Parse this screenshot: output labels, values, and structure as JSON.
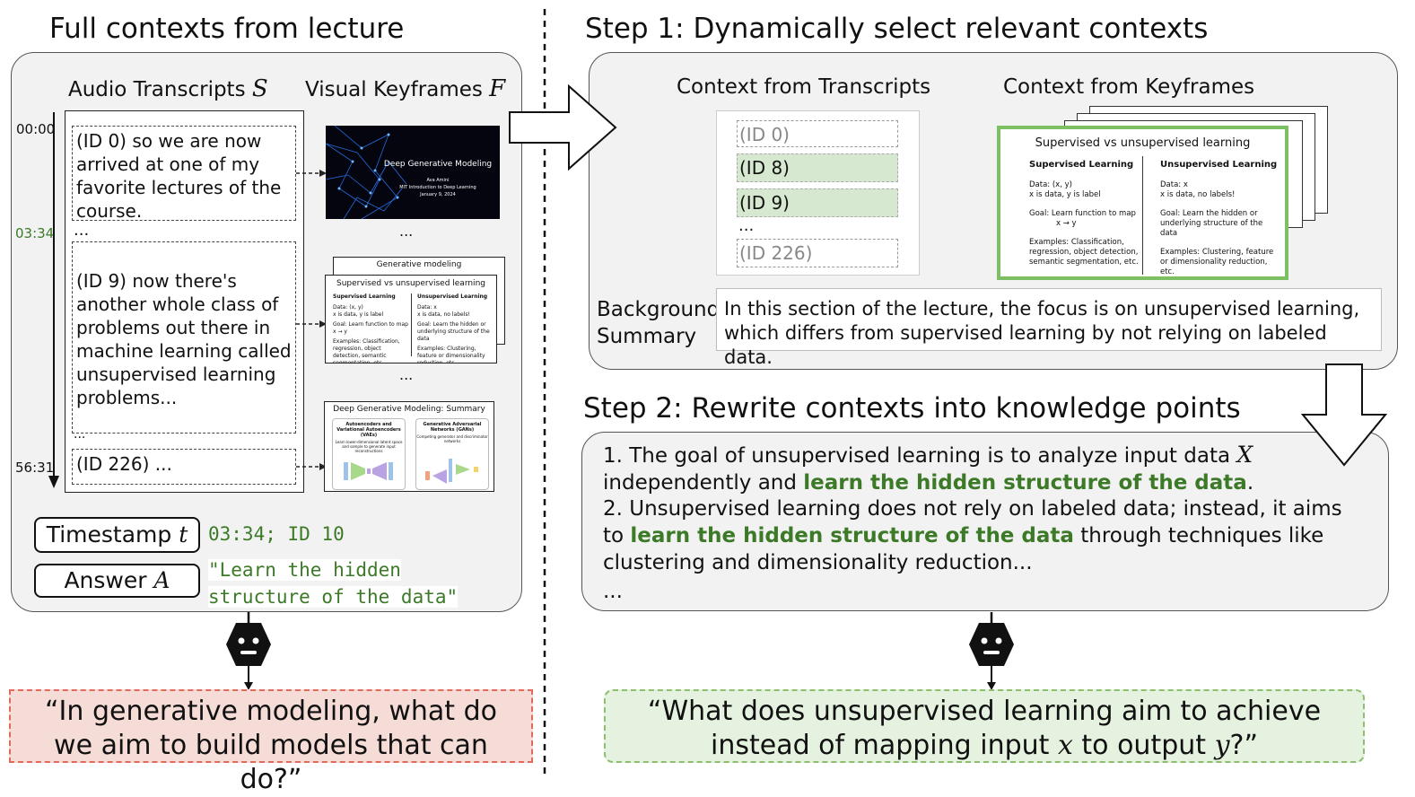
{
  "left": {
    "title": "Full contexts from lecture",
    "audio_header": "Audio Transcripts",
    "audio_var": "S",
    "visual_header": "Visual Keyframes",
    "visual_var": "F",
    "timestamps": [
      "00:00",
      "03:34",
      "56:31"
    ],
    "transcripts": [
      "(ID 0) so we are now arrived at one of my favorite lectures of the course.",
      "...",
      "(ID 9) now there's another whole class of problems out there in machine learning called unsupervised learning problems...",
      "...",
      "(ID 226) ..."
    ],
    "ellipsis": "...",
    "keyframe1": {
      "title": "Deep Generative Modeling",
      "author": "Ava Amini",
      "course": "MIT Introduction to Deep Learning",
      "date": "January 9, 2024"
    },
    "keyframe2": {
      "back_title": "Generative modeling",
      "title": "Supervised vs unsupervised learning",
      "left_head": "Supervised Learning",
      "right_head": "Unsupervised Learning",
      "left_lines": [
        "Data: (x, y)",
        "x is data, y is label",
        "Goal: Learn function to map",
        "x → y",
        "Examples: Classification, regression, object detection, semantic segmentation, etc."
      ],
      "right_lines": [
        "Data: x",
        "x is data, no labels!",
        "Goal: Learn the hidden or underlying structure of the data",
        "Examples: Clustering, feature or dimensionality reduction, etc."
      ]
    },
    "keyframe3": {
      "title": "Deep Generative Modeling: Summary",
      "left_head": "Autoencoders and Variational Autoencoders (VAEs)",
      "right_head": "Generative Adversarial Networks (GANs)",
      "left_text": "Learn lower-dimensional latent space and sample to generate input reconstructions",
      "right_text": "Competing generator and discriminator networks"
    },
    "timestamp_label": "Timestamp",
    "timestamp_var": "t",
    "timestamp_value": "03:34; ID 10",
    "answer_label": "Answer",
    "answer_var": "A",
    "answer_value_line1": "\"Learn the hidden",
    "answer_value_line2": "structure of the data\""
  },
  "step1": {
    "title": "Step 1: Dynamically select relevant contexts",
    "transcripts_header": "Context from Transcripts",
    "keyframes_header": "Context from Keyframes",
    "ids": [
      "(ID 0)",
      "(ID 8)",
      "(ID 9)",
      "...",
      "(ID 226)"
    ],
    "selected": [
      false,
      true,
      true,
      false,
      false
    ],
    "background_label_1": "Background",
    "background_label_2": "Summary",
    "summary": "In this section of the lecture, the focus is on unsupervised learning, which differs from supervised learning by not relying on labeled data."
  },
  "step2": {
    "title": "Step 2: Rewrite contexts into knowledge points",
    "kp1_a": "1. The goal of unsupervised learning is to analyze input data",
    "kp1_var": "X",
    "kp1_b": "independently and",
    "kp1_bold": "learn the hidden structure of the data",
    "kp1_end": ".",
    "kp2_a": "2. Unsupervised learning does not rely on labeled data; instead, it aims to",
    "kp2_bold": "learn the hidden structure of the data",
    "kp2_b": "through techniques like clustering and dimensionality reduction...",
    "kp_more": "..."
  },
  "questions": {
    "bad": "“In generative modeling, what do we aim to build models that can do?”",
    "good_a": "“What does unsupervised learning aim to achieve instead of mapping input",
    "good_x": "x",
    "good_b": "to output",
    "good_y": "y",
    "good_end": "?”"
  },
  "colors": {
    "green": "#3c7a28",
    "bad_bg": "#f6dcd6",
    "bad_border": "#e06a5e",
    "good_bg": "#e6f2e0",
    "good_border": "#8dbf6e",
    "frame_border": "#7cc063"
  }
}
